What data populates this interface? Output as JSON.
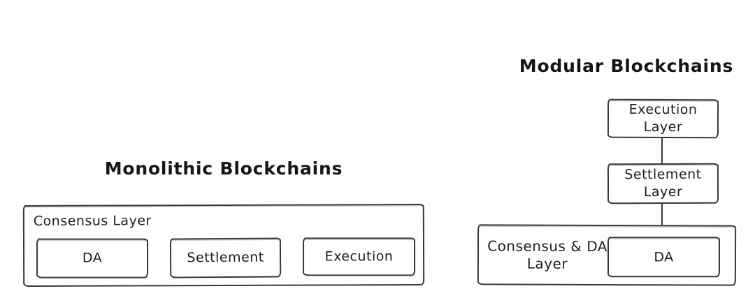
{
  "canvas": {
    "background": "#ffffff",
    "stroke_color": "#383838",
    "text_color": "#1d1d1d"
  },
  "monolithic": {
    "title": "Monolithic Blockchains",
    "container_label": "Consensus Layer",
    "modules": [
      {
        "label": "DA"
      },
      {
        "label": "Settlement"
      },
      {
        "label": "Execution"
      }
    ]
  },
  "modular": {
    "title": "Modular Blockchains",
    "layers": {
      "execution": {
        "line1": "Execution",
        "line2": "Layer"
      },
      "settlement": {
        "line1": "Settlement",
        "line2": "Layer"
      },
      "consensus": {
        "line1": "Consensus & DA",
        "line2": "Layer",
        "inner_label": "DA"
      }
    }
  }
}
